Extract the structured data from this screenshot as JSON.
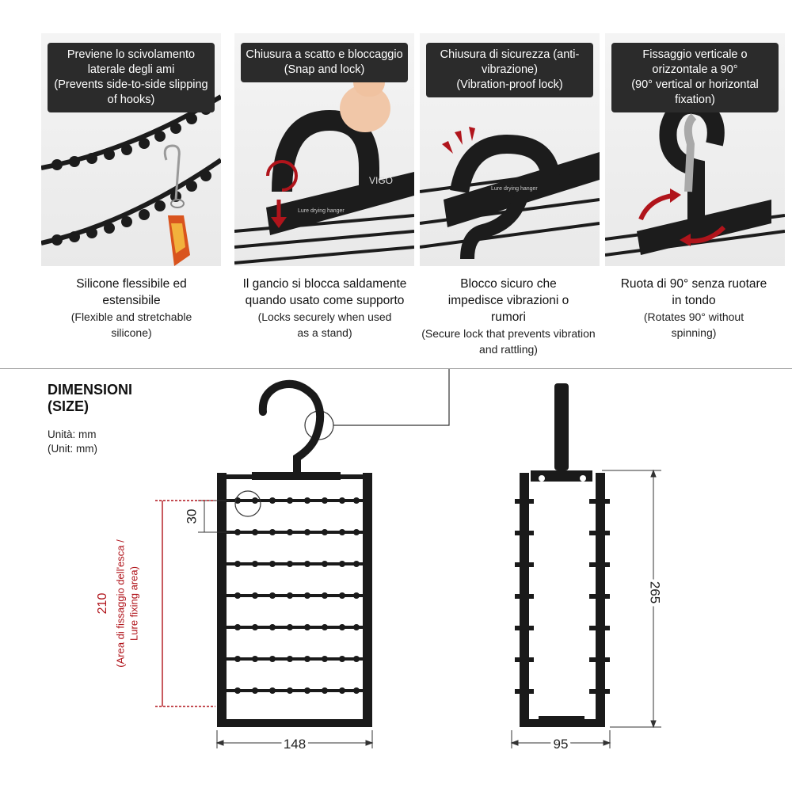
{
  "features": [
    {
      "label_it": "Previene lo scivolamento laterale degli ami",
      "label_en": "(Prevents side-to-side slipping of hooks)",
      "caption_it": "Silicone flessibile ed estensibile",
      "caption_en": "(Flexible and stretchable silicone)"
    },
    {
      "label_it": "Chiusura a scatto e bloccaggio",
      "label_en": "(Snap and lock)",
      "caption_it": "Il gancio si blocca saldamente quando usato come supporto",
      "caption_en": "(Locks securely when used as a stand)"
    },
    {
      "label_it": "Chiusura di sicurezza (anti-vibrazione)",
      "label_en": "(Vibration-proof lock)",
      "caption_it": "Blocco sicuro che impedisce vibrazioni o rumori",
      "caption_en": "(Secure lock that prevents vibration and rattling)"
    },
    {
      "label_it": "Fissaggio verticale o orizzontale a 90°",
      "label_en": "(90° vertical or horizontal fixation)",
      "caption_it": "Ruota di 90° senza ruotare in tondo",
      "caption_en": "(Rotates 90° without spinning)"
    }
  ],
  "product_text": {
    "brand": "VIGO",
    "tagline": "Lure drying hanger"
  },
  "dimensions": {
    "title": "DIMENSIONI",
    "title_en": "(SIZE)",
    "unit_it": "Unità: mm",
    "unit_en": "(Unit: mm)",
    "hook_spacing": "30",
    "lure_area": "210",
    "lure_area_label_it": "(Area di fissaggio dell'esca /",
    "lure_area_label_en": "Lure fixing area)",
    "width_front": "148",
    "width_side": "95",
    "height_side": "265"
  },
  "colors": {
    "accent_red": "#b0141b",
    "label_bg": "#2b2b2b",
    "product": "#1a1a1a"
  }
}
